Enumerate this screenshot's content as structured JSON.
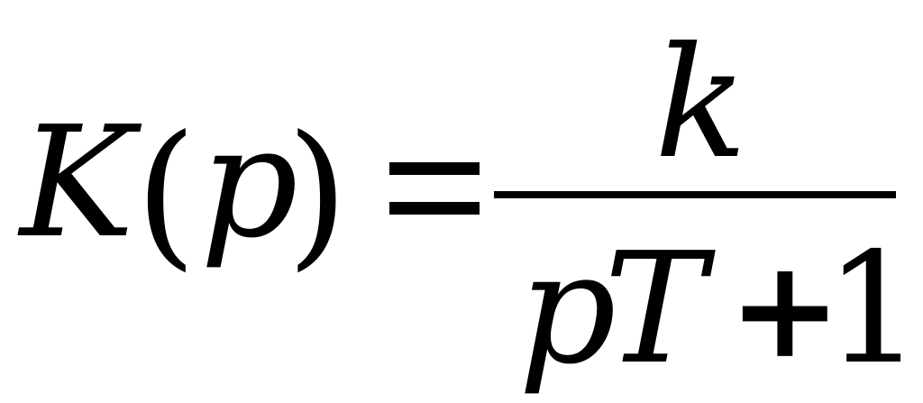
{
  "formula": {
    "lhs": {
      "function": "K",
      "open_paren": "(",
      "argument": "p",
      "close_paren": ")"
    },
    "numerator": "k",
    "denominator": {
      "var_p": "p",
      "var_T": "T",
      "plus": "+",
      "one": "1"
    }
  }
}
